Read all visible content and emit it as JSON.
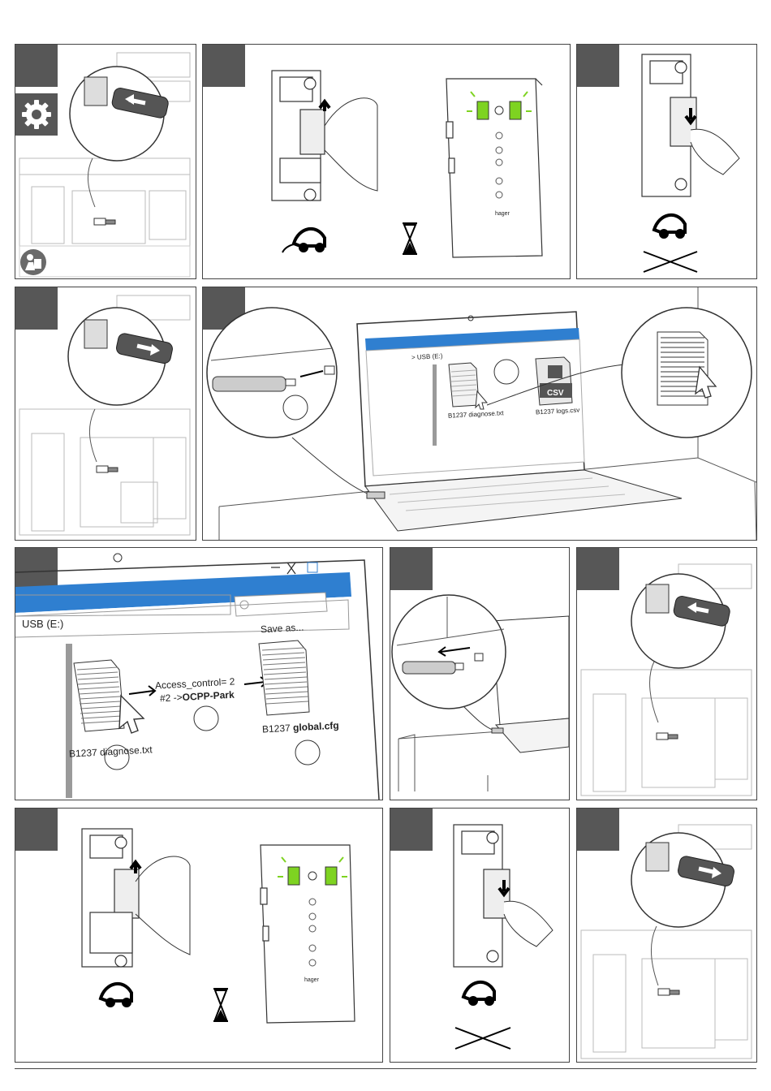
{
  "colors": {
    "step_box": "#575757",
    "window_blue": "#2f7fd0",
    "led_green": "#7ed321",
    "scrollbar": "#9a9a9a"
  },
  "icons": [
    "gear-icon",
    "manual-reader-icon",
    "ev-car-plug-icon",
    "hourglass-icon",
    "cross-icon",
    "arrow-icon",
    "usb-stick-icon",
    "cursor-icon"
  ],
  "laptop_window": {
    "path": "> USB (E:)",
    "file1": "B1237 diagnose.txt",
    "file2": "B1237 logs.csv",
    "csv_label": "CSV"
  },
  "brand": "hager",
  "edit_window": {
    "path": "USB (E:)",
    "source_file": "B1237 diagnose.txt",
    "edit_line1": "Access_control= 2",
    "edit_line2_prefix": "#2 ->",
    "edit_line2_bold": "OCPP-Park",
    "save_label": "Save as...",
    "target_prefix": "B1237 ",
    "target_bold": "global.cfg"
  }
}
